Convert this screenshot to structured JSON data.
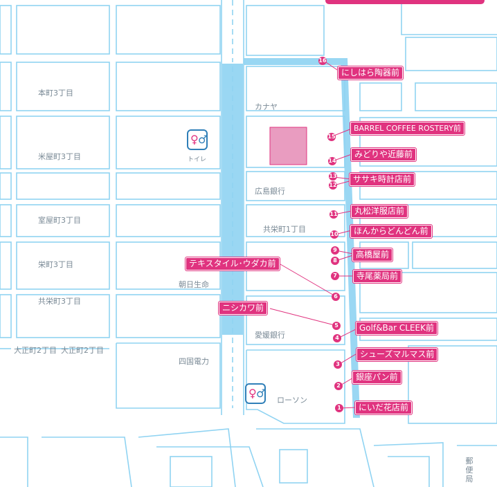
{
  "colors": {
    "route": "#8fd3f2",
    "road_line": "#8fd3f2",
    "pin": "#e0337f",
    "pink_block": "#e99cc0"
  },
  "district_labels": [
    {
      "id": "honmachi-3",
      "text": "本町3丁目"
    },
    {
      "id": "komeya-3",
      "text": "米屋町3丁目"
    },
    {
      "id": "muroya-3",
      "text": "室屋町3丁目"
    },
    {
      "id": "sakae-3",
      "text": "栄町3丁目"
    },
    {
      "id": "kyoei-3",
      "text": "共栄町3丁目"
    },
    {
      "id": "taisho-2",
      "text": "大正町2丁目"
    },
    {
      "id": "taisho-2b",
      "text": "大正町2丁目"
    },
    {
      "id": "kyoei-1",
      "text": "共栄町1丁目"
    }
  ],
  "landmarks": [
    {
      "id": "kanaya",
      "text": "カナヤ"
    },
    {
      "id": "hiroshima-bank",
      "text": "広島銀行"
    },
    {
      "id": "asahi-life",
      "text": "朝日生命"
    },
    {
      "id": "ehime-bank",
      "text": "愛媛銀行"
    },
    {
      "id": "shikoku-power",
      "text": "四国電力"
    },
    {
      "id": "lawson",
      "text": "ローソン"
    },
    {
      "id": "post-office",
      "text": "郵便局"
    }
  ],
  "restroom_labels": {
    "top": "トイレ"
  },
  "stops": [
    {
      "num": "1",
      "name": "にいだ花店前"
    },
    {
      "num": "2",
      "name": "銀座パン前"
    },
    {
      "num": "3",
      "name": "シューズマルマス前"
    },
    {
      "num": "4",
      "name": "Golf&Bar CLEEK前"
    },
    {
      "num": "5",
      "name": "ニシカワ前"
    },
    {
      "num": "6",
      "name": "テキスタイル･ウダカ前"
    },
    {
      "num": "7",
      "name": "寺尾薬局前"
    },
    {
      "num": "8",
      "name": "高橋屋前"
    },
    {
      "num": "9",
      "name": ""
    },
    {
      "num": "10",
      "name": "ほんからどんどん前"
    },
    {
      "num": "11",
      "name": "丸松洋服店前"
    },
    {
      "num": "12",
      "name": "ササキ時計店前"
    },
    {
      "num": "13",
      "name": ""
    },
    {
      "num": "14",
      "name": "みどりや近藤前"
    },
    {
      "num": "15",
      "name": "BARREL COFFEE ROSTERY前"
    },
    {
      "num": "16",
      "name": "にしはら陶器前"
    }
  ]
}
